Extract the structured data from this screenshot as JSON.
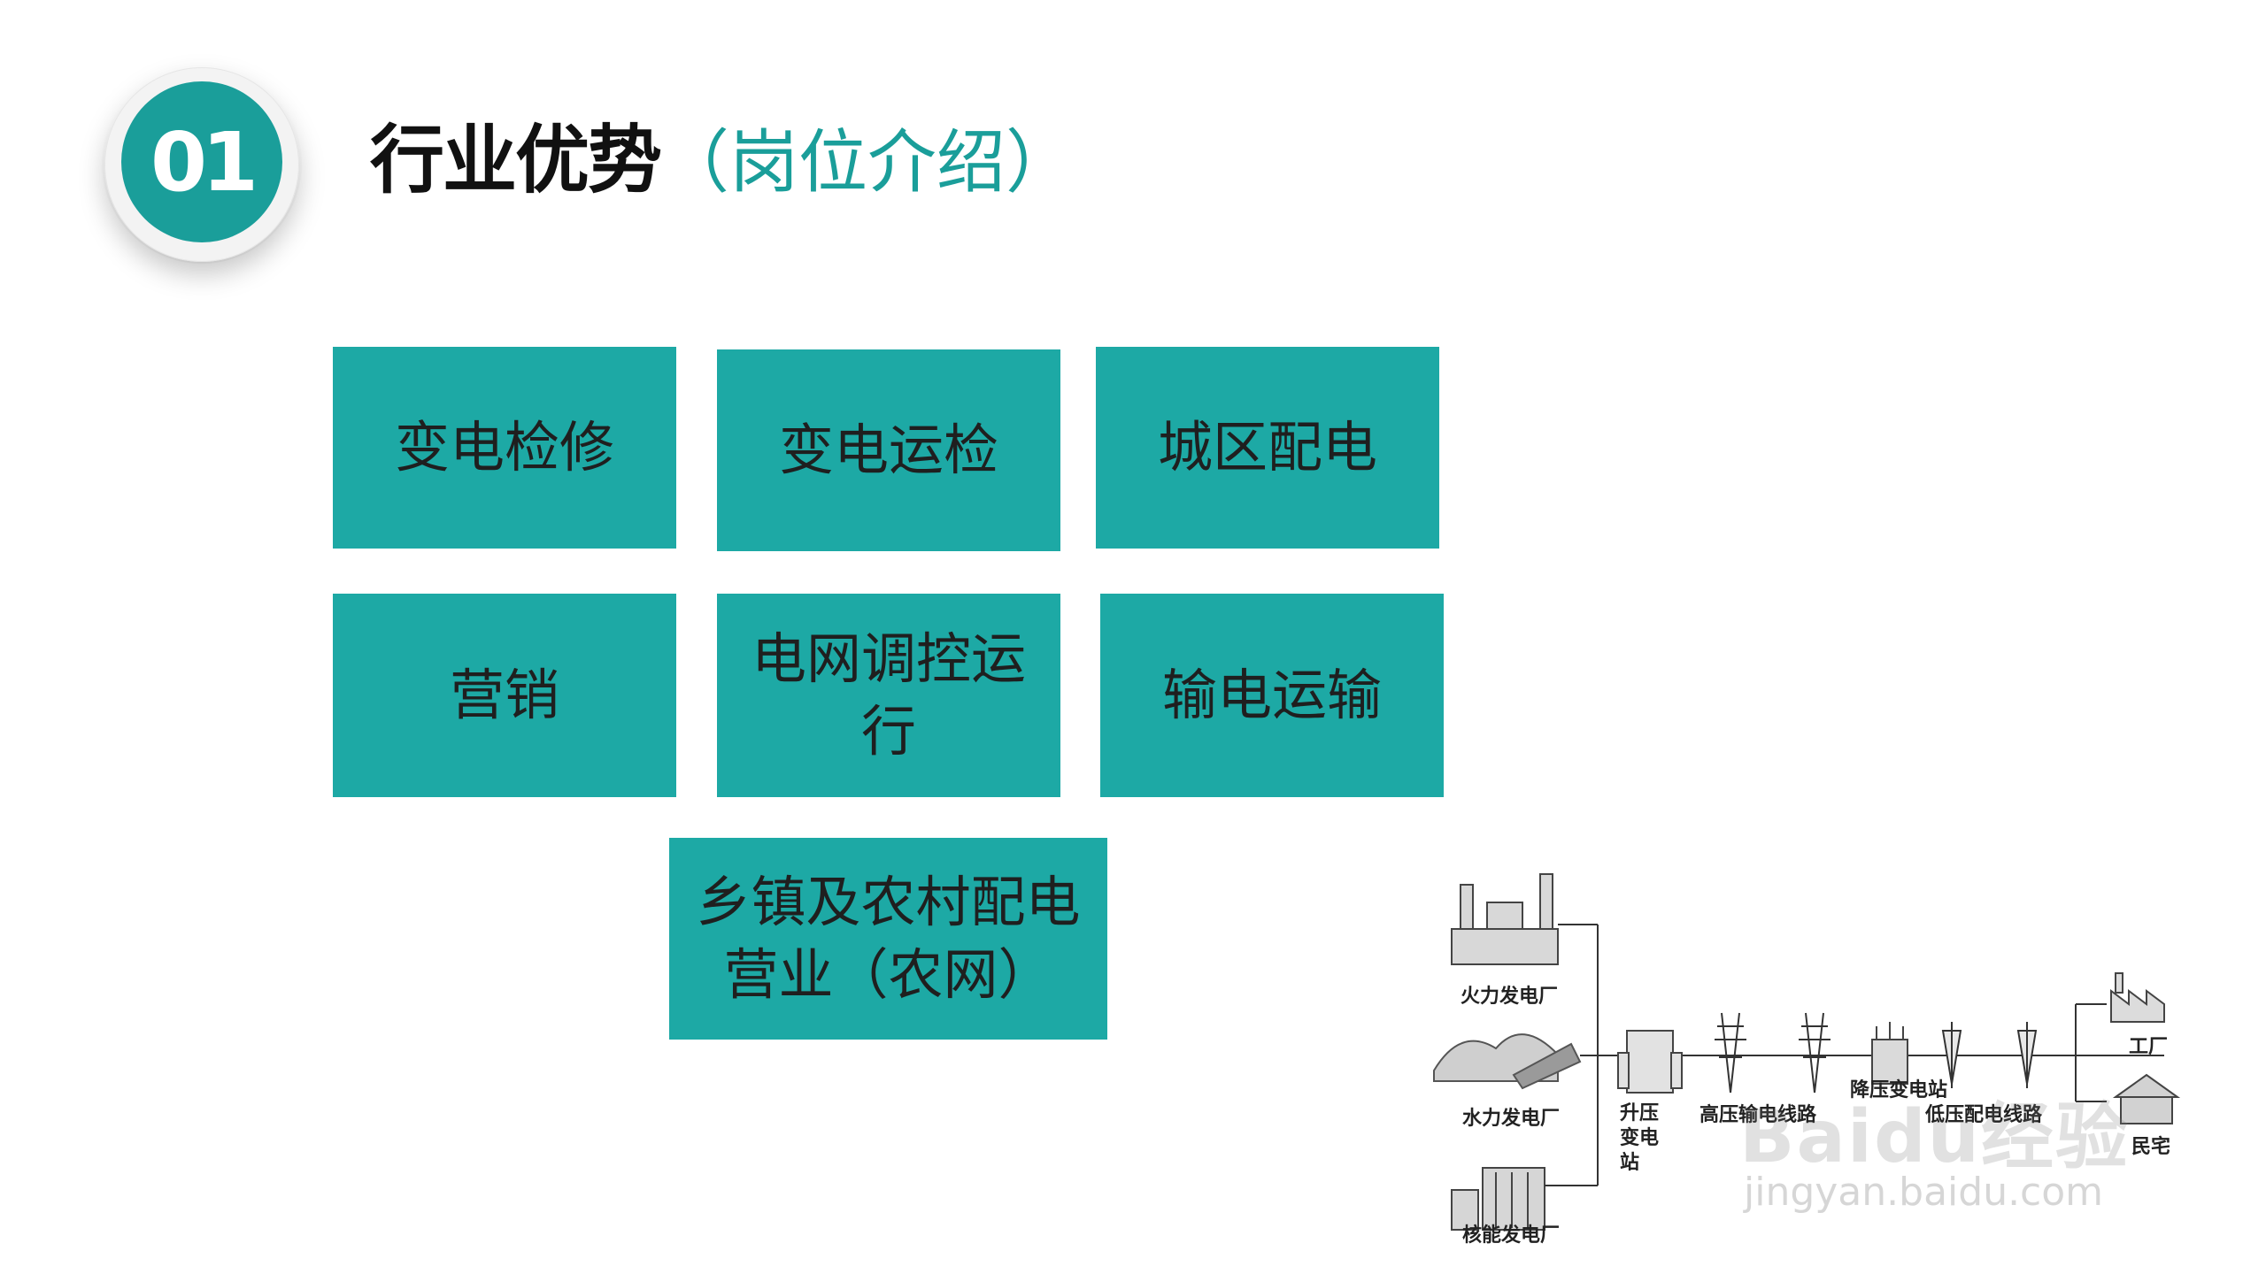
{
  "header": {
    "badge_number": "01",
    "title_main": "行业优势",
    "title_sub": "（岗位介绍）"
  },
  "positions": [
    "变电检修",
    "变电运检",
    "城区配电",
    "营销",
    "电网调控运行",
    "输电运输",
    "乡镇及农村配电营业（农网）"
  ],
  "diagram": {
    "sources": [
      "火力发电厂",
      "水力发电厂",
      "核能发电厂"
    ],
    "step_up": "升压变电站",
    "hv_line": "高压输电线路",
    "step_down": "降压变电站",
    "lv_line": "低压配电线路",
    "consumers": [
      "工厂",
      "民宅"
    ],
    "watermark_logo": "Baidu经验",
    "watermark_url": "jingyan.baidu.com"
  }
}
